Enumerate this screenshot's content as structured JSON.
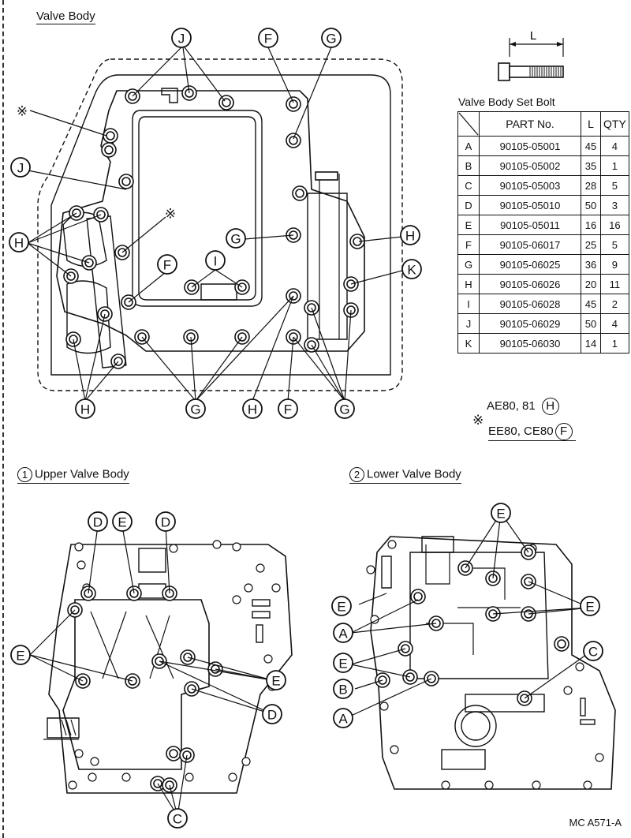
{
  "titles": {
    "valve_body": "Valve Body",
    "upper_num": "1",
    "upper": "Upper Valve Body",
    "lower_num": "2",
    "lower": "Lower Valve Body"
  },
  "bolt_dimension_label": "L",
  "table": {
    "title": "Valve Body Set Bolt",
    "headers": [
      "",
      "PART No.",
      "L",
      "QTY"
    ],
    "rows": [
      {
        "key": "A",
        "part": "90105-05001",
        "l": "45",
        "qty": "4"
      },
      {
        "key": "B",
        "part": "90105-05002",
        "l": "35",
        "qty": "1"
      },
      {
        "key": "C",
        "part": "90105-05003",
        "l": "28",
        "qty": "5"
      },
      {
        "key": "D",
        "part": "90105-05010",
        "l": "50",
        "qty": "3"
      },
      {
        "key": "E",
        "part": "90105-05011",
        "l": "16",
        "qty": "16"
      },
      {
        "key": "F",
        "part": "90105-06017",
        "l": "25",
        "qty": "5"
      },
      {
        "key": "G",
        "part": "90105-06025",
        "l": "36",
        "qty": "9"
      },
      {
        "key": "H",
        "part": "90105-06026",
        "l": "20",
        "qty": "11"
      },
      {
        "key": "I",
        "part": "90105-06028",
        "l": "45",
        "qty": "2"
      },
      {
        "key": "J",
        "part": "90105-06029",
        "l": "50",
        "qty": "4"
      },
      {
        "key": "K",
        "part": "90105-06030",
        "l": "14",
        "qty": "1"
      }
    ]
  },
  "notes": {
    "mark": "※",
    "line1": "AE80, 81",
    "line1_ref": "H",
    "line2": "EE80, CE80",
    "line2_ref": "F"
  },
  "figure_code": "MC A571-A",
  "callouts": {
    "valve_body": [
      "J",
      "F",
      "G",
      "※",
      "J",
      "※",
      "H",
      "G",
      "H",
      "K",
      "F",
      "I",
      "H",
      "G",
      "H",
      "F",
      "G"
    ],
    "upper": [
      "D",
      "E",
      "D",
      "E",
      "E",
      "D",
      "C"
    ],
    "lower": [
      "E",
      "E",
      "E",
      "A",
      "E",
      "C",
      "B",
      "A"
    ]
  }
}
